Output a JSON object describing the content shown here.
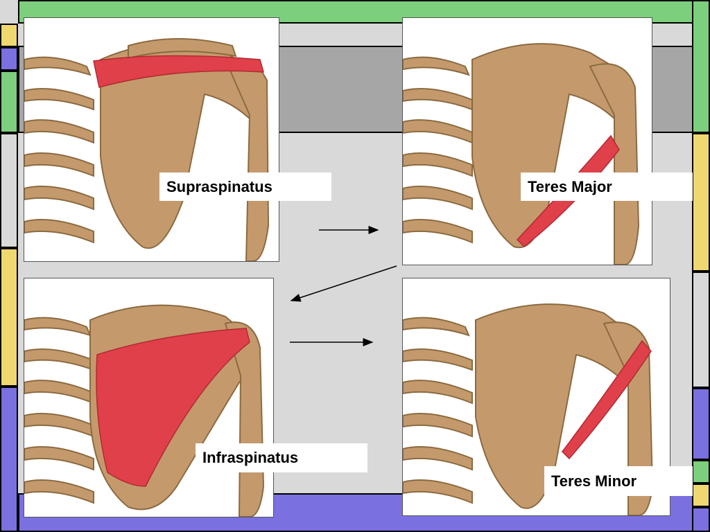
{
  "slide": {
    "colors": {
      "green": "#7ccf7c",
      "yellow": "#f0d870",
      "blue": "#7b70e0",
      "gray_band": "#a6a6a6",
      "light_gray": "#d9d9d9",
      "bone": "#c49a6c",
      "bone_dark": "#8b6a40",
      "muscle": "#e0404a"
    },
    "panels": [
      {
        "name": "supraspinatus",
        "label": "Supraspinatus",
        "icon": "shoulder-supraspinatus-illustration"
      },
      {
        "name": "teres-major",
        "label": "Teres Major",
        "icon": "shoulder-teres-major-illustration"
      },
      {
        "name": "infraspinatus",
        "label": "Infraspinatus",
        "icon": "shoulder-infraspinatus-illustration"
      },
      {
        "name": "teres-minor",
        "label": "Teres Minor",
        "icon": "shoulder-teres-minor-illustration"
      }
    ]
  }
}
